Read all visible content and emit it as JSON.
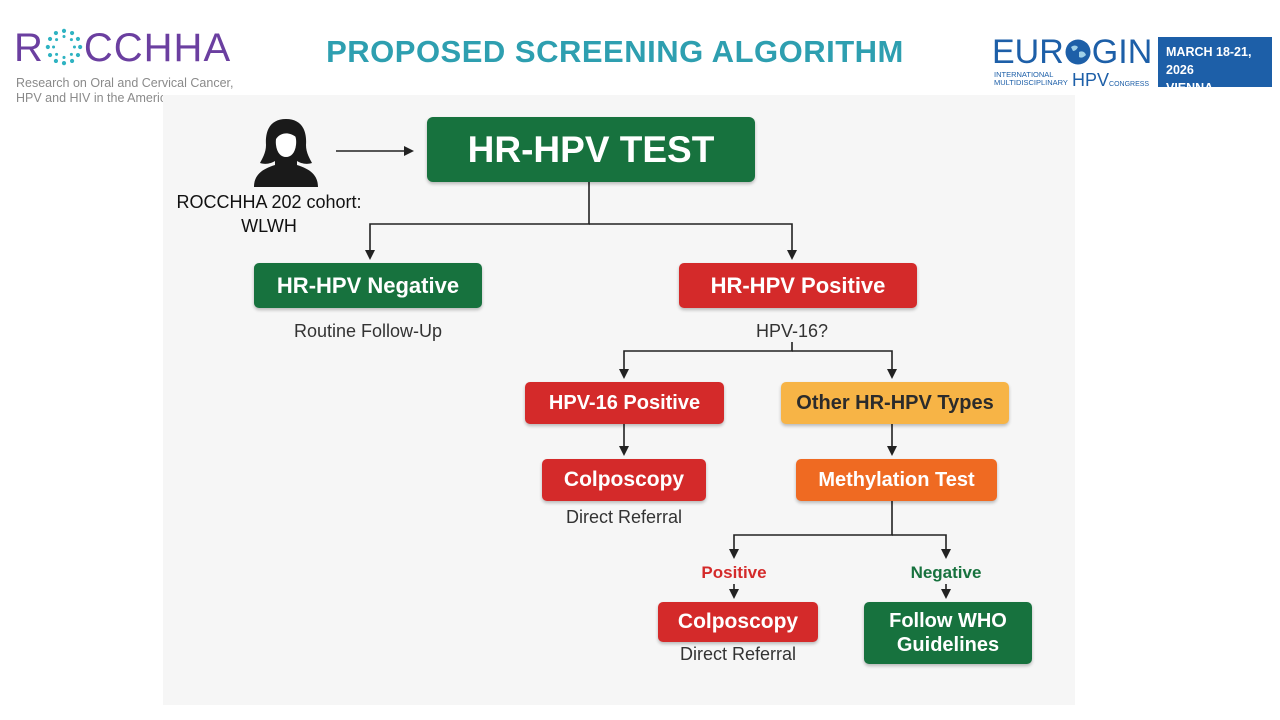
{
  "header": {
    "logo_left": {
      "brand": "ROCCHHA",
      "subtitle_line1": "Research on Oral and Cervical Cancer,",
      "subtitle_line2": "HPV and HIV in the Americas"
    },
    "title": "PROPOSED SCREENING ALGORITHM",
    "logo_right": {
      "brand": "EUROGIN",
      "line_a": "INTERNATIONAL",
      "line_b": "MULTIDISCIPLINARY",
      "hpv": "HPV",
      "congress": "CONGRESS",
      "date_line1": "MARCH 18-21, 2026",
      "date_line2": "VIENNA-AUSTRIA"
    }
  },
  "colors": {
    "title": "#2e9fb0",
    "brand_purple": "#6b3fa0",
    "brand_blue": "#1d5fa8",
    "green": "#17723e",
    "red": "#d42a2a",
    "yellow": "#f7b446",
    "orange": "#ef6a22"
  },
  "diagram": {
    "cohort_icon": "woman-silhouette-icon",
    "cohort_label_line1": "ROCCHHA 202 cohort:",
    "cohort_label_line2": "WLWH",
    "test": "HR-HPV TEST",
    "negative": "HR-HPV Negative",
    "negative_note": "Routine Follow-Up",
    "positive": "HR-HPV Positive",
    "question": "HPV-16?",
    "hpv16_positive": "HPV-16 Positive",
    "other_types": "Other HR-HPV Types",
    "colposcopy_1": "Colposcopy",
    "direct_referral_1": "Direct Referral",
    "methylation": "Methylation Test",
    "branch_positive": "Positive",
    "branch_negative": "Negative",
    "colposcopy_2": "Colposcopy",
    "direct_referral_2": "Direct Referral",
    "who_line1": "Follow WHO",
    "who_line2": "Guidelines"
  }
}
